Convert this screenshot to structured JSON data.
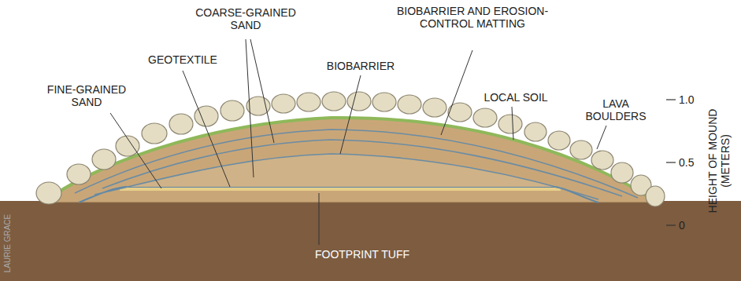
{
  "diagram": {
    "labels": [
      "COARSE-GRAINED SAND",
      "BIOBARRIER AND EROSION-CONTROL MATTING",
      "GEOTEXTILE",
      "BIOBARRIER",
      "FINE-GRAINED SAND",
      "LOCAL SOIL",
      "LAVA BOULDERS",
      "1.0",
      "0.5",
      "0",
      "HEIGHT OF MOUND (METERS)",
      "FOOTPRINT TUFF",
      "LAURIE GRACE"
    ]
  }
}
